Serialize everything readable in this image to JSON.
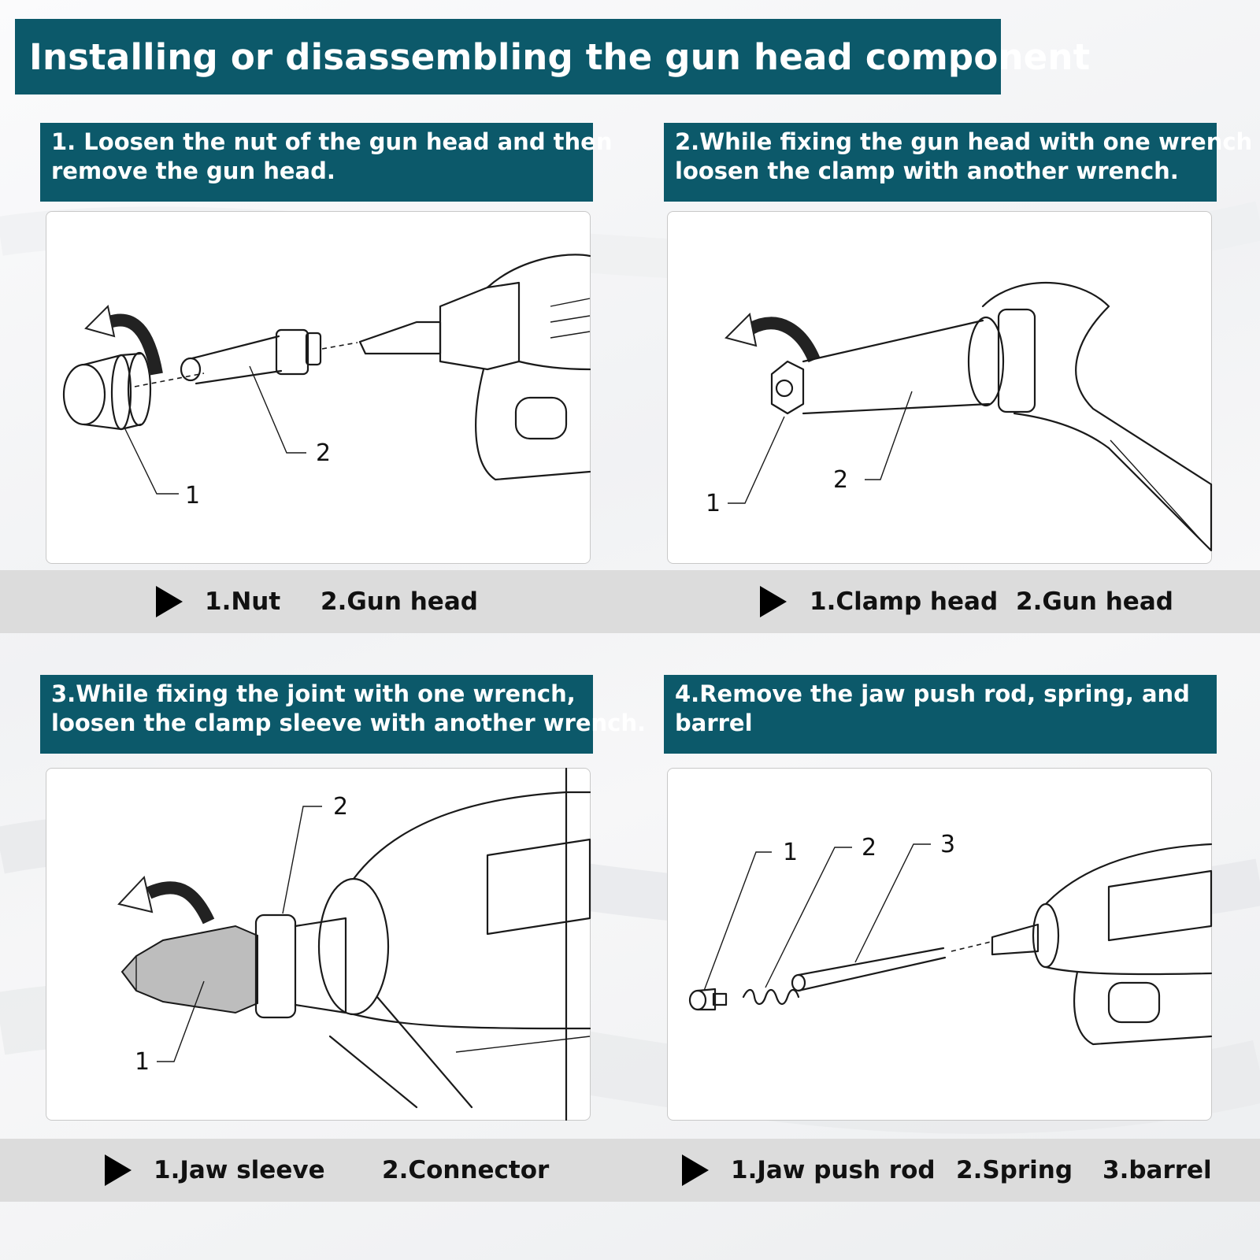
{
  "title": "Installing or disassembling the gun head component",
  "steps": [
    {
      "header_lines": [
        "1. Loosen the nut of the gun head and then",
        "remove the gun head."
      ],
      "callouts": [
        "1",
        "2"
      ],
      "legend": [
        "1.Nut",
        "2.Gun head"
      ]
    },
    {
      "header_lines": [
        " 2.While fixing the gun head with one wrench",
        "loosen the clamp with another wrench."
      ],
      "callouts": [
        "1",
        "2"
      ],
      "legend": [
        "1.Clamp head",
        "2.Gun head"
      ]
    },
    {
      "header_lines": [
        "3.While fixing the joint with one wrench,",
        "loosen the clamp sleeve with another wrench."
      ],
      "callouts": [
        "1",
        "2"
      ],
      "legend": [
        "1.Jaw sleeve",
        "2.Connector"
      ]
    },
    {
      "header_lines": [
        "4.Remove the jaw push rod, spring, and",
        "barrel"
      ],
      "callouts": [
        "1",
        "2",
        "3"
      ],
      "legend": [
        "1.Jaw push rod",
        "2.Spring",
        "3.barrel"
      ]
    }
  ],
  "icons": {
    "legend_marker": "play-triangle-icon",
    "rotation_arrow": "counterclockwise-arrow-icon"
  },
  "colors": {
    "header_bg": "#0c596a",
    "header_text": "#ffffff",
    "legend_band": "#dcdcdc"
  }
}
